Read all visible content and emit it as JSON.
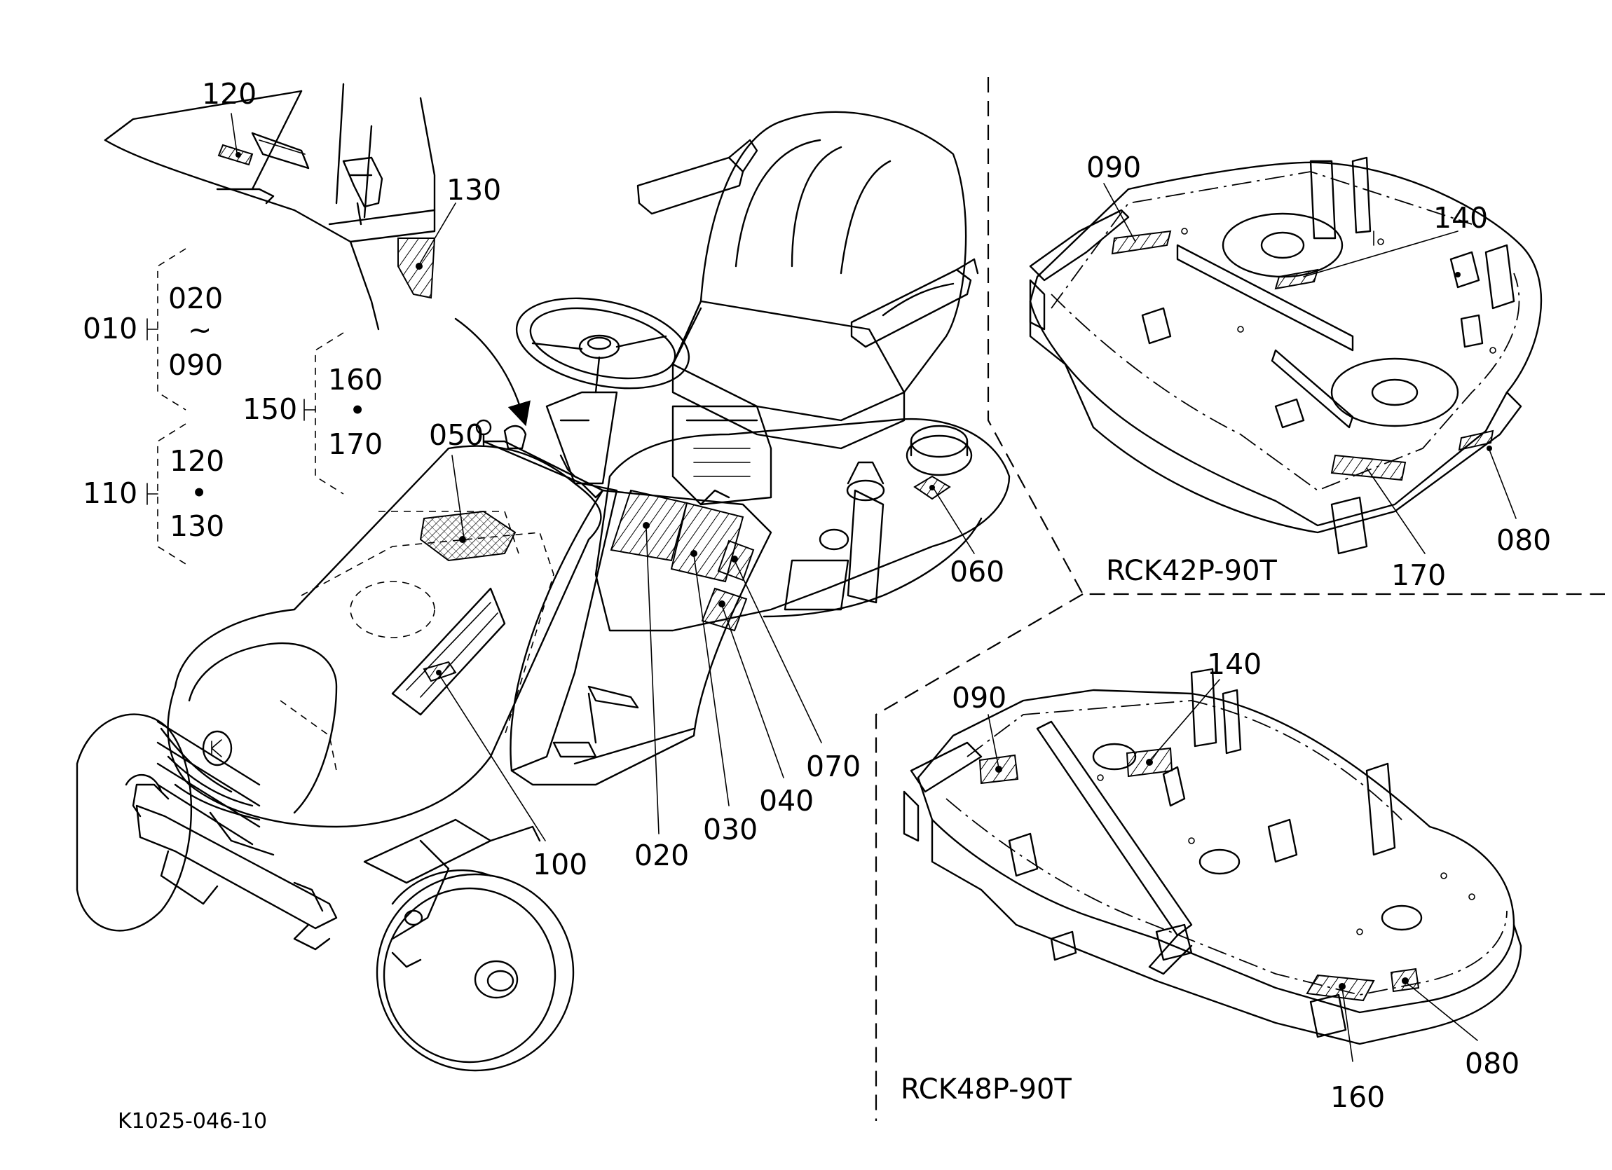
{
  "figure_code": "K1025-046-10",
  "sections": {
    "mower_42": "RCK42P-90T",
    "mower_48": "RCK48P-90T"
  },
  "groups": {
    "g010": {
      "parent": "010",
      "first": "020",
      "sep": "~",
      "last": "090"
    },
    "g110": {
      "parent": "110",
      "first": "120",
      "sep": "•",
      "last": "130"
    },
    "g150": {
      "parent": "150",
      "first": "160",
      "sep": "•",
      "last": "170"
    }
  },
  "callouts": {
    "c120": "120",
    "c130": "130",
    "c050": "050",
    "c060": "060",
    "c020": "020",
    "c030": "030",
    "c040": "040",
    "c070": "070",
    "c100": "100",
    "m42_090": "090",
    "m42_140": "140",
    "m42_080": "080",
    "m42_170": "170",
    "m48_090": "090",
    "m48_140": "140",
    "m48_080": "080",
    "m48_160": "160"
  }
}
